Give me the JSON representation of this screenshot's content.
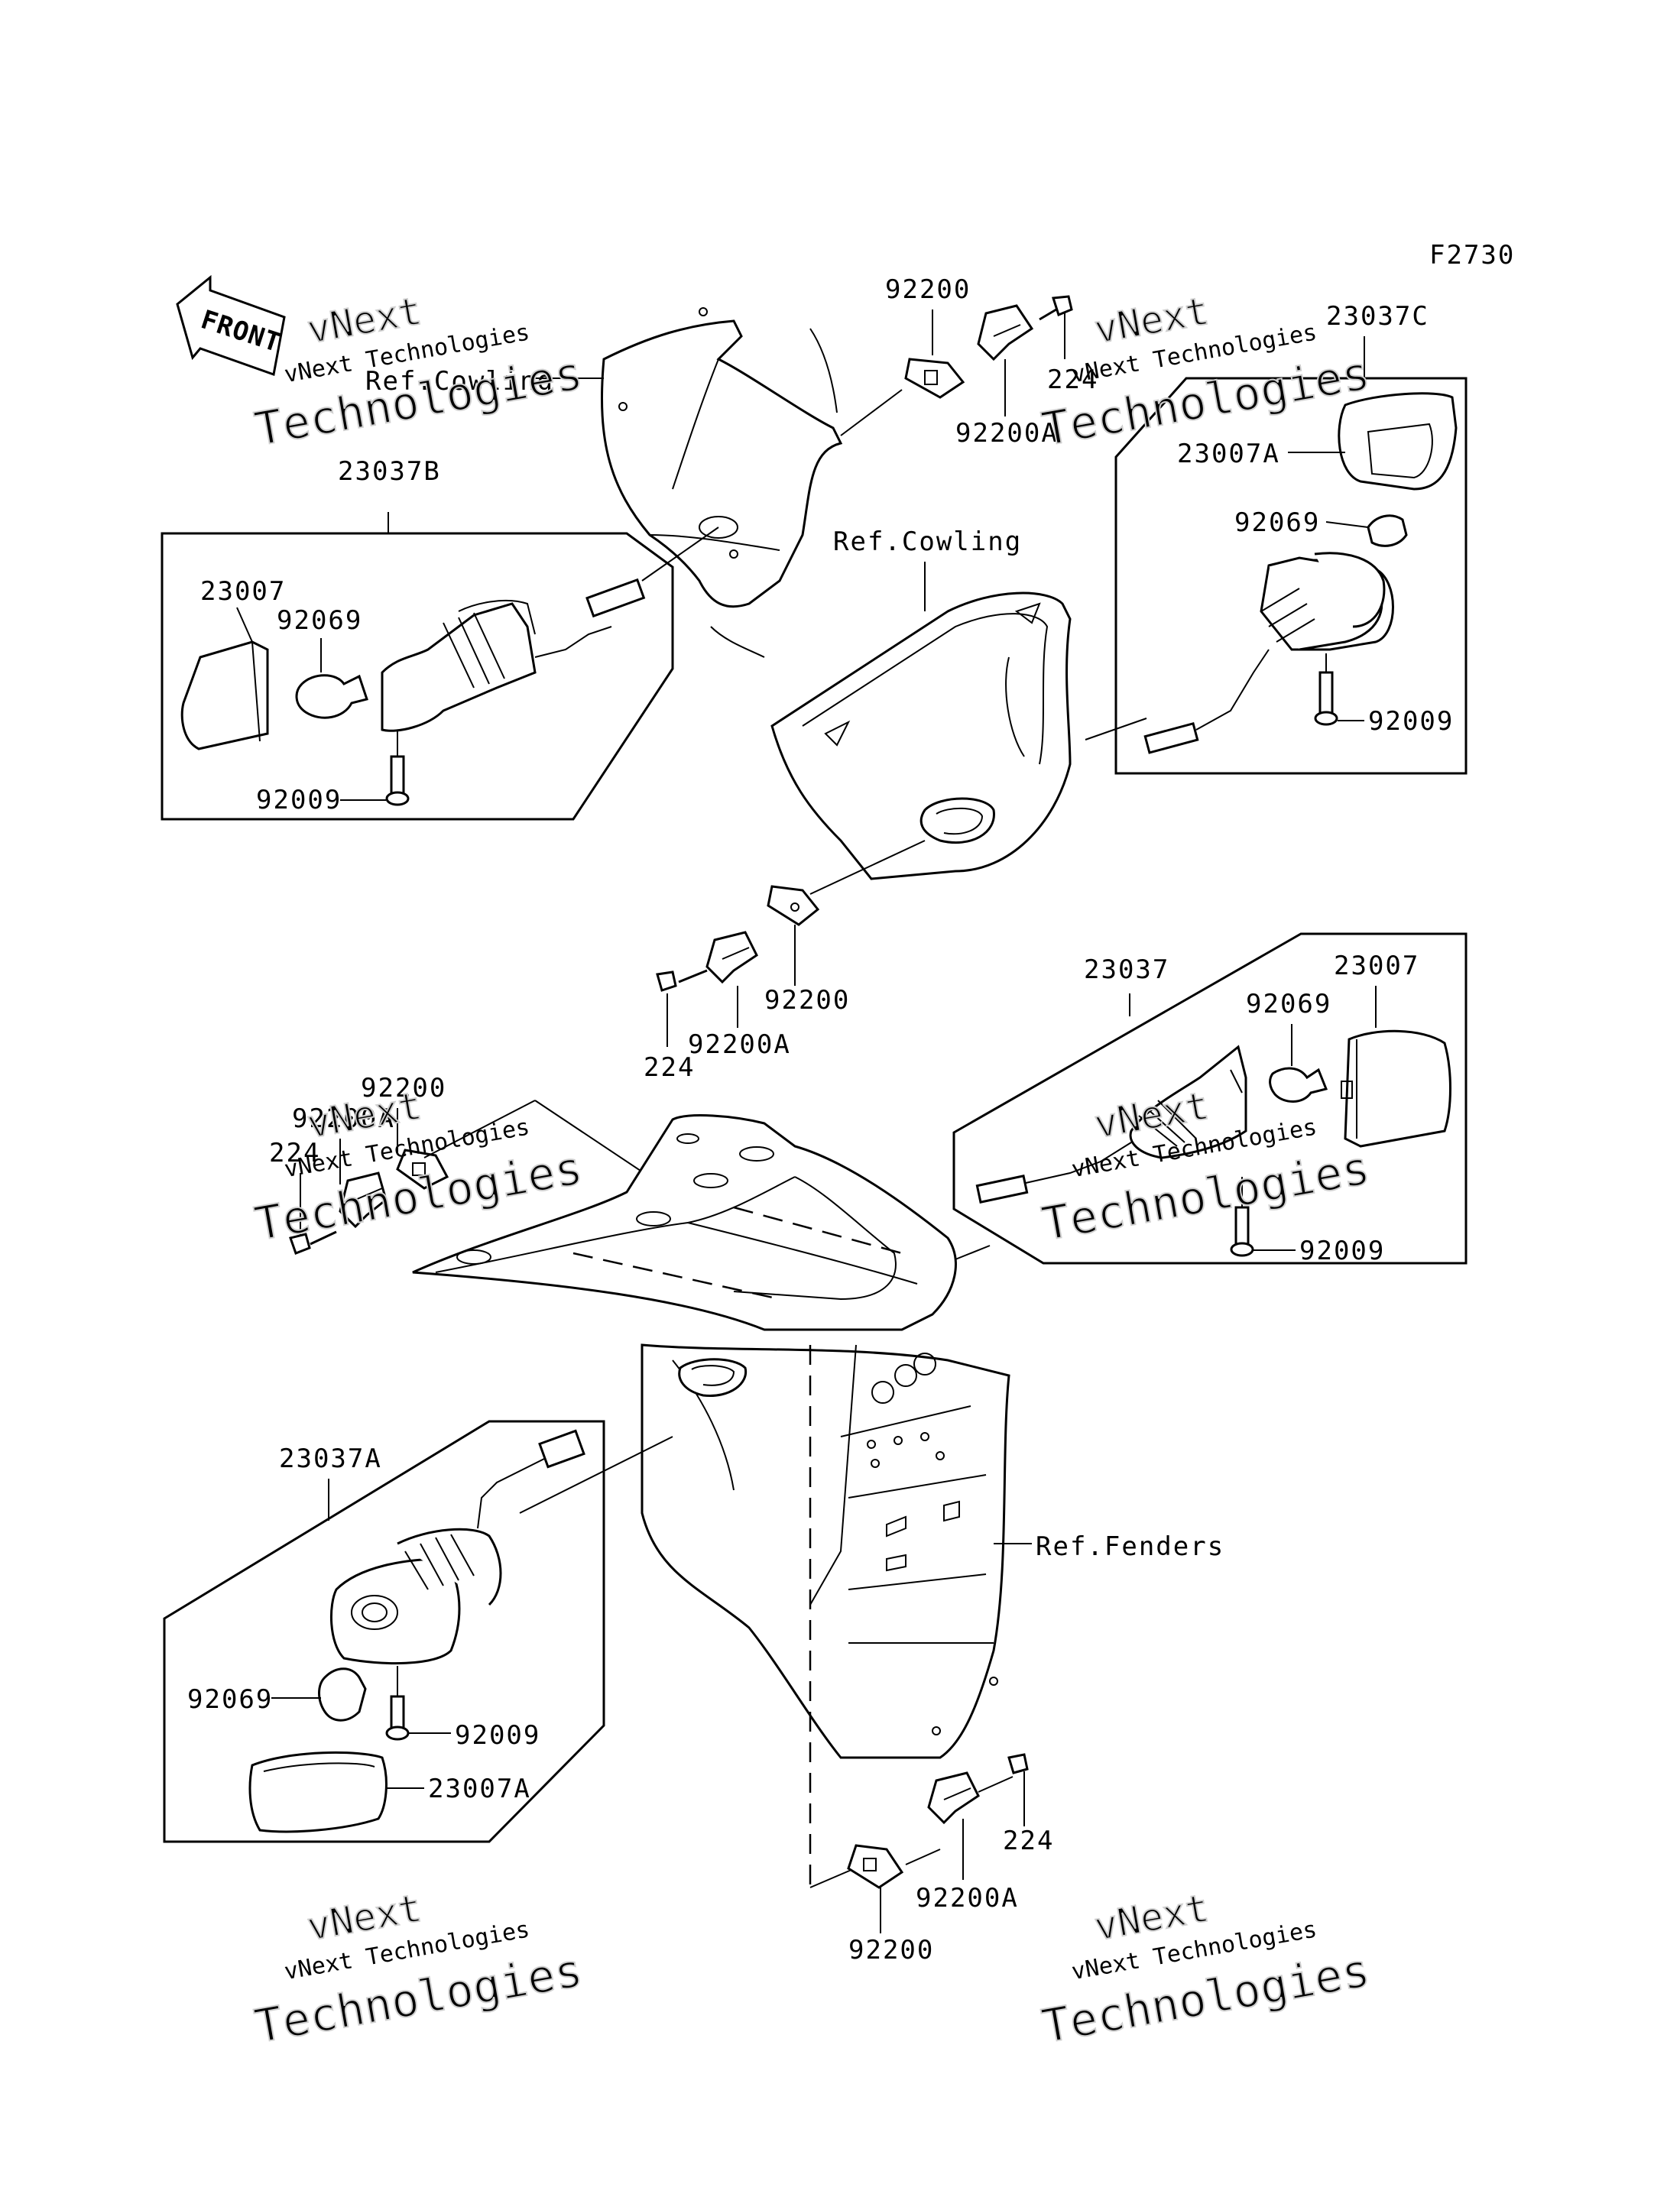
{
  "figure_code": "F2730",
  "front_arrow": {
    "text": "FRONT",
    "icon": "front-arrow-icon"
  },
  "watermark": {
    "line1": "vNext",
    "line2": "vNext Technologies",
    "line3": "Technologies"
  },
  "refs": {
    "cowling_top": "Ref.Cowling",
    "cowling_mid": "Ref.Cowling",
    "fenders": "Ref.Fenders"
  },
  "groups": {
    "rear_left": {
      "assembly": "23037B",
      "lens": "23007",
      "bulb": "92069",
      "screw": "92009"
    },
    "front_right": {
      "assembly": "23037C",
      "lens": "23007A",
      "bulb": "92069",
      "screw": "92009"
    },
    "front_mid_right": {
      "assembly": "23037",
      "lens": "23007",
      "bulb": "92069",
      "screw": "92009"
    },
    "rear_lower_left": {
      "assembly": "23037A",
      "lens": "23007A",
      "bulb": "92069",
      "screw": "92009"
    }
  },
  "grommets": {
    "top": {
      "plate": "92200",
      "bracket": "92200A",
      "bolt": "224"
    },
    "middle": {
      "plate": "92200",
      "bracket": "92200A",
      "bolt": "224"
    },
    "left": {
      "plate": "92200",
      "bracket": "92200A",
      "bolt": "224"
    },
    "bottom": {
      "plate": "92200",
      "bracket": "92200A",
      "bolt": "224"
    }
  }
}
